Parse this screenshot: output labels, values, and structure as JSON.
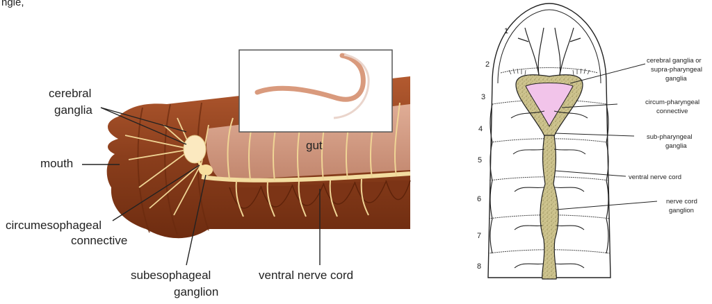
{
  "top_fragment": "ngle, ",
  "left_diagram": {
    "labels": {
      "cerebral_ganglia_line1": "cerebral",
      "cerebral_ganglia_line2": "ganglia",
      "mouth": "mouth",
      "circumesophageal_line1": "circumesophageal",
      "circumesophageal_line2": "connective",
      "subesophageal_line1": "subesophageal",
      "subesophageal_line2": "ganglion",
      "ventral_nerve_cord": "ventral nerve cord",
      "gut": "gut"
    },
    "colors": {
      "body": "#8a3e1c",
      "body_light": "#c4714a",
      "nerve": "#f3dca0",
      "inset_border": "#555555"
    }
  },
  "right_diagram": {
    "segment_numbers": [
      "1",
      "2",
      "3",
      "4",
      "5",
      "6",
      "7",
      "8"
    ],
    "labels": {
      "cerebral_line1": "cerebral ganglia or",
      "cerebral_line2": "supra-pharyngeal",
      "cerebral_line3": "ganglia",
      "circum_line1": "circum-pharyngeal",
      "circum_line2": "connective",
      "sub_line1": "sub-pharyngeal",
      "sub_line2": "ganglia",
      "ventral": "ventral nerve cord",
      "ganglion_line1": "nerve cord",
      "ganglion_line2": "ganglion"
    },
    "colors": {
      "ganglia_fill": "#c9c08a",
      "pharynx_fill": "#f2c4ea"
    }
  }
}
